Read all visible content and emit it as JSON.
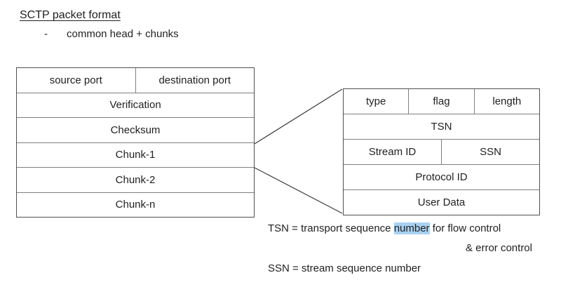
{
  "heading": {
    "title": "SCTP packet format",
    "bullet_dash": "-",
    "subtitle": "common head + chunks"
  },
  "packet_table": {
    "header_cells": [
      "source port",
      "destination port"
    ],
    "rows": [
      "Verification",
      "Checksum",
      "Chunk-1",
      "Chunk-2",
      "Chunk-n"
    ]
  },
  "chunk_table": {
    "header_cells": [
      "type",
      "flag",
      "length"
    ],
    "tsn_row": "TSN",
    "mid_cells": [
      "Stream ID",
      "SSN"
    ],
    "protocol_row": "Protocol ID",
    "user_data_row": "User Data"
  },
  "notes": {
    "tsn_before": "TSN = transport sequence ",
    "tsn_highlight": "number",
    "tsn_after": " for flow control",
    "tsn_continuation": "& error control",
    "ssn": "SSN = stream sequence number"
  },
  "colors": {
    "highlight_blue": "#a8d1f2",
    "table_outer_border": "#4f4f4f",
    "table_inner_border": "#7f7f7f",
    "text": "#1f1f1f",
    "connector_line": "#3a3a3a",
    "background": "#ffffff"
  }
}
